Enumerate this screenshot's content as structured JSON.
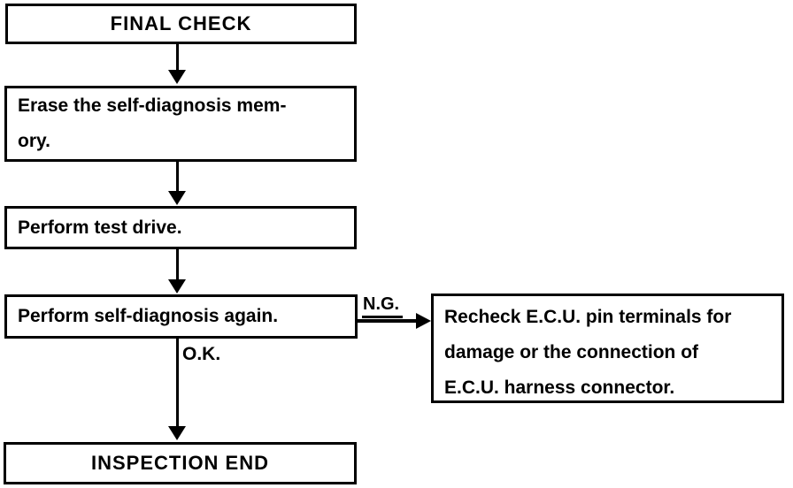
{
  "flowchart": {
    "colors": {
      "line": "#000000",
      "background": "#ffffff",
      "text": "#000000"
    },
    "nodes": {
      "final_check": {
        "label": "FINAL CHECK"
      },
      "erase_memory": {
        "lines": [
          "Erase the self-diagnosis mem-",
          "ory."
        ]
      },
      "test_drive": {
        "label": "Perform test drive."
      },
      "self_diagnosis": {
        "label": "Perform self-diagnosis again."
      },
      "recheck_ecu": {
        "lines": [
          "Recheck E.C.U. pin terminals for",
          "damage or the connection of",
          "E.C.U. harness connector."
        ]
      },
      "inspection_end": {
        "label": "INSPECTION END"
      }
    },
    "edge_labels": {
      "ng": "N.G.",
      "ok": "O.K."
    }
  }
}
